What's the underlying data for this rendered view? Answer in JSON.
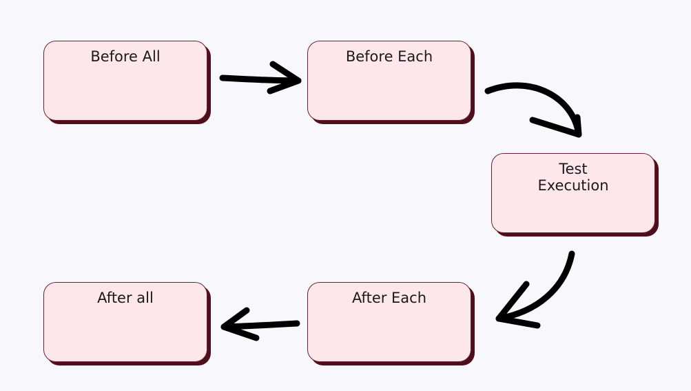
{
  "diagram": {
    "nodes": [
      {
        "id": "before-all",
        "label": "Before All"
      },
      {
        "id": "before-each",
        "label": "Before Each"
      },
      {
        "id": "test-execution",
        "label": "Test\nExecution"
      },
      {
        "id": "after-each",
        "label": "After Each"
      },
      {
        "id": "after-all",
        "label": "After all"
      }
    ],
    "edges": [
      {
        "from": "before-all",
        "to": "before-each"
      },
      {
        "from": "before-each",
        "to": "test-execution"
      },
      {
        "from": "test-execution",
        "to": "after-each"
      },
      {
        "from": "after-each",
        "to": "after-all"
      }
    ],
    "colors": {
      "background": "#f8f7fb",
      "box_fill": "#fde7ea",
      "box_border": "#6b1f2e",
      "box_shadow": "#4d0f1c",
      "arrow": "#000000"
    }
  }
}
